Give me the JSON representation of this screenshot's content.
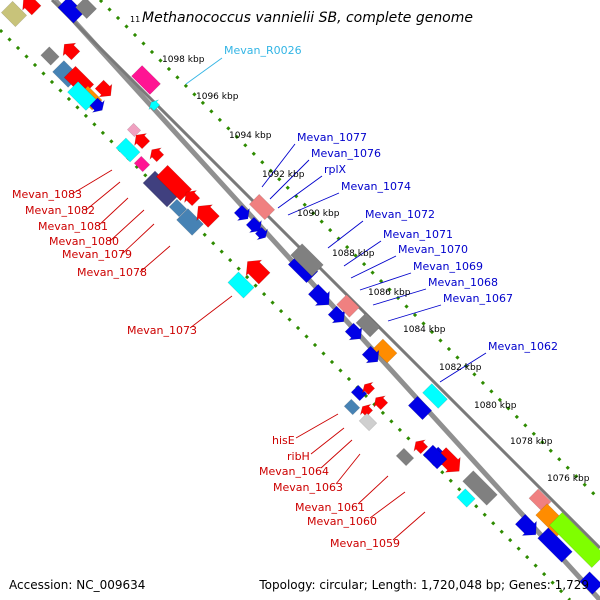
{
  "title": {
    "number": "11",
    "organism": "Methanococcus vannielii SB, complete genome"
  },
  "footer": {
    "accession": "Accession: NC_009634",
    "topology": "Topology: circular; Length: 1,720,048 bp; Genes: 1,729"
  },
  "colors": {
    "red": "#ff0000",
    "blue": "#0000e6",
    "cyan": "#00ffff",
    "gray": "#808080",
    "steel": "#4682b4",
    "pink": "#f08080",
    "magenta": "#ff1493",
    "green": "#7fff00",
    "orange": "#ff8c00",
    "scale_dots": "#2e8b00",
    "red_labels": "#cc0000",
    "blue_labels": "#0000cc",
    "rna_label": "#33b5e5"
  },
  "scale_ticks": [
    "1098 kbp",
    "1096 kbp",
    "1094 kbp",
    "1092 kbp",
    "1090 kbp",
    "1088 kbp",
    "1086 kbp",
    "1084 kbp",
    "1082 kbp",
    "1080 kbp",
    "1078 kbp",
    "1076 kbp"
  ],
  "rna_labels": [
    "Mevan_R0026"
  ],
  "plus_strand_labels": [
    "Mevan_1077",
    "Mevan_1076",
    "rplX",
    "Mevan_1074",
    "Mevan_1072",
    "Mevan_1071",
    "Mevan_1070",
    "Mevan_1069",
    "Mevan_1068",
    "Mevan_1067",
    "Mevan_1062"
  ],
  "minus_strand_labels": [
    "Mevan_1083",
    "Mevan_1082",
    "Mevan_1081",
    "Mevan_1080",
    "Mevan_1079",
    "Mevan_1078",
    "Mevan_1073",
    "hisE",
    "ribH",
    "Mevan_1064",
    "Mevan_1063",
    "Mevan_1061",
    "Mevan_1060",
    "Mevan_1059"
  ]
}
